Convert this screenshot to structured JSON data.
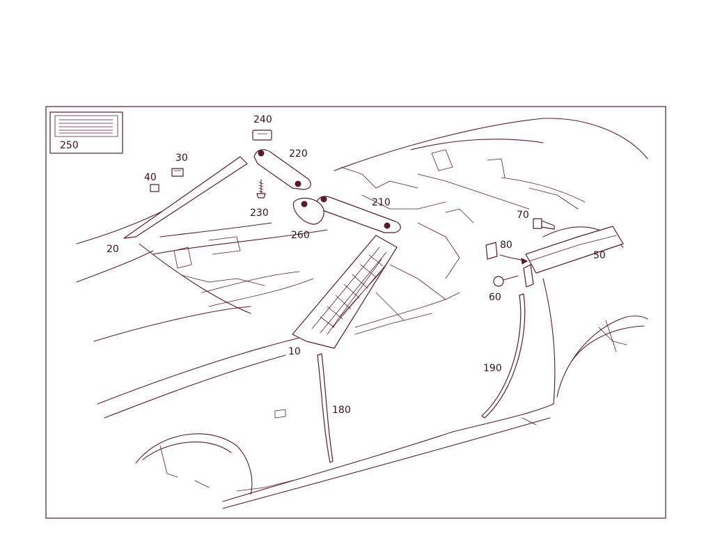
{
  "diagram": {
    "colors": {
      "ink": "#5a1a2a",
      "paper": "#ffffff"
    },
    "legend_box": {
      "label": "250"
    },
    "callouts": {
      "c10": "10",
      "c20": "20",
      "c30": "30",
      "c40": "40",
      "c50": "50",
      "c60": "60",
      "c70": "70",
      "c80": "80",
      "c180": "180",
      "c190": "190",
      "c210": "210",
      "c220": "220",
      "c230": "230",
      "c240": "240",
      "c250": "250",
      "c260": "260"
    }
  }
}
